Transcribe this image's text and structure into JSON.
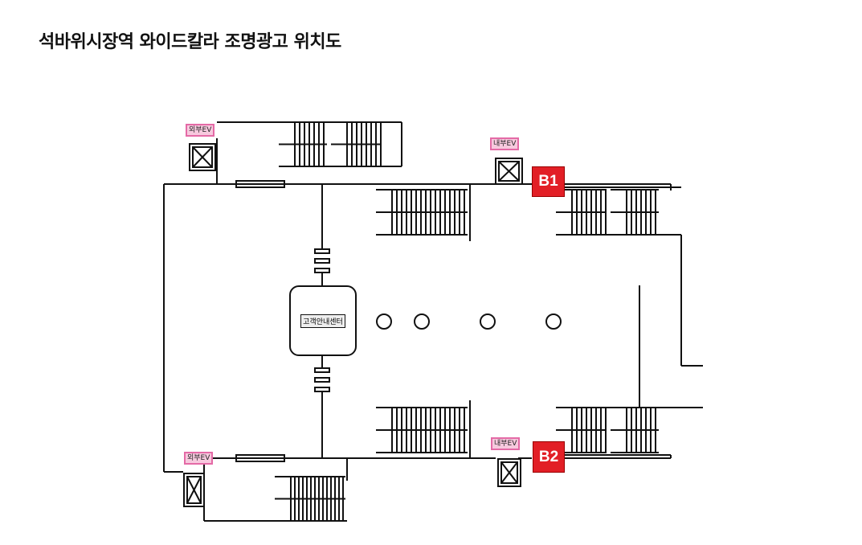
{
  "title": "석바위시장역  와이드칼라 조명광고 위치도",
  "labels": {
    "ext_ev_top": "외부EV",
    "int_ev_b1": "내부EV",
    "ext_ev_bottom": "외부EV",
    "int_ev_b2": "내부EV"
  },
  "badges": {
    "b1": "B1",
    "b2": "B2"
  },
  "info_center": "고객안내센터",
  "colors": {
    "badge": "#e21f26",
    "label_bg": "#f7c9de",
    "label_border": "#e46aa6"
  }
}
